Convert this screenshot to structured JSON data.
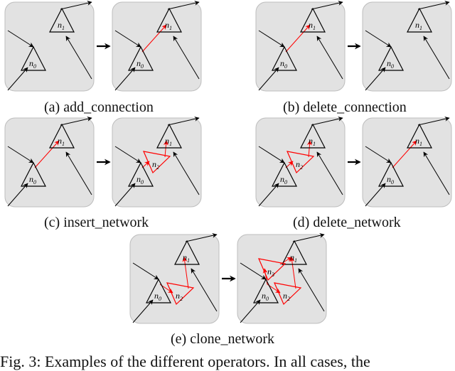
{
  "operators": [
    {
      "id": "a",
      "caption": "(a) add_connection",
      "before": {
        "nodes": [
          {
            "label": "n0",
            "color": "black"
          },
          {
            "label": "n1",
            "color": "black"
          }
        ],
        "edges": [
          {
            "from": "n0",
            "to": "n1",
            "color": "black",
            "show": false
          }
        ]
      },
      "after": {
        "nodes": [
          {
            "label": "n0",
            "color": "black"
          },
          {
            "label": "n1",
            "color": "black"
          }
        ],
        "edges": [
          {
            "from": "n0",
            "to": "n1",
            "color": "red"
          }
        ]
      }
    },
    {
      "id": "b",
      "caption": "(b) delete_connection",
      "before": {
        "nodes": [
          {
            "label": "n0",
            "color": "black"
          },
          {
            "label": "n1",
            "color": "black"
          }
        ],
        "edges": [
          {
            "from": "n0",
            "to": "n1",
            "color": "red"
          }
        ]
      },
      "after": {
        "nodes": [
          {
            "label": "n0",
            "color": "black"
          },
          {
            "label": "n1",
            "color": "black"
          }
        ],
        "edges": []
      }
    },
    {
      "id": "c",
      "caption": "(c) insert_network",
      "before": {
        "nodes": [
          {
            "label": "n0",
            "color": "black"
          },
          {
            "label": "n1",
            "color": "black"
          }
        ],
        "edges": [
          {
            "from": "n0",
            "to": "n1",
            "color": "red"
          }
        ]
      },
      "after": {
        "nodes": [
          {
            "label": "n0",
            "color": "black"
          },
          {
            "label": "n1",
            "color": "black"
          },
          {
            "label": "n2",
            "color": "red"
          }
        ],
        "edges": [
          {
            "from": "n0",
            "to": "n2",
            "color": "red"
          },
          {
            "from": "n2",
            "to": "n1",
            "color": "red"
          }
        ]
      }
    },
    {
      "id": "d",
      "caption": "(d) delete_network",
      "before": {
        "nodes": [
          {
            "label": "n0",
            "color": "black"
          },
          {
            "label": "n1",
            "color": "black"
          },
          {
            "label": "n2",
            "color": "red"
          }
        ],
        "edges": [
          {
            "from": "n0",
            "to": "n2",
            "color": "red"
          },
          {
            "from": "n2",
            "to": "n1",
            "color": "red"
          }
        ]
      },
      "after": {
        "nodes": [
          {
            "label": "n0",
            "color": "black"
          },
          {
            "label": "n1",
            "color": "black"
          }
        ],
        "edges": [
          {
            "from": "n0",
            "to": "n1",
            "color": "red"
          }
        ]
      }
    },
    {
      "id": "e",
      "caption": "(e) clone_network",
      "before": {
        "nodes": [
          {
            "label": "n0",
            "color": "black"
          },
          {
            "label": "n1",
            "color": "black"
          },
          {
            "label": "n2",
            "color": "red"
          }
        ],
        "edges": [
          {
            "from": "n0",
            "to": "n2",
            "color": "red"
          },
          {
            "from": "n2",
            "to": "n1",
            "color": "red"
          }
        ]
      },
      "after": {
        "nodes": [
          {
            "label": "n0",
            "color": "black"
          },
          {
            "label": "n1",
            "color": "black"
          },
          {
            "label": "n2",
            "color": "red"
          },
          {
            "label": "n3",
            "color": "red"
          }
        ],
        "edges": [
          {
            "from": "n0",
            "to": "n2",
            "color": "red"
          },
          {
            "from": "n2",
            "to": "n1",
            "color": "red"
          },
          {
            "from": "n0",
            "to": "n3",
            "color": "red"
          },
          {
            "from": "n3",
            "to": "n1",
            "color": "red"
          }
        ]
      }
    }
  ],
  "figure_caption": "Fig. 3: Examples of the different operators. In all cases, the",
  "colors": {
    "panel_fill": "#e2e2e2",
    "panel_stroke": "#bdbdbd",
    "accent": "#ff0000",
    "ink": "#000000"
  }
}
